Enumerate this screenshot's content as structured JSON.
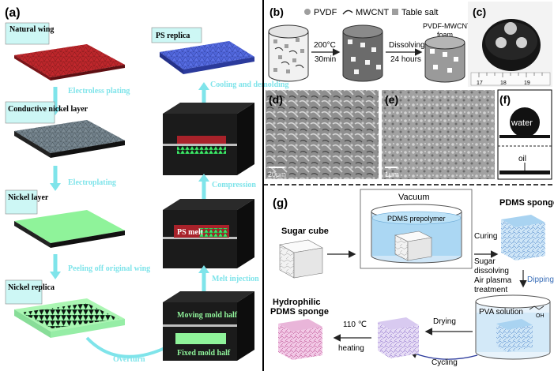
{
  "colors": {
    "cyan": "#7fe4ea",
    "wing_red": "#b8262a",
    "nickel_gray": "#6f7e88",
    "nickel_green": "#8ff39a",
    "replica_blue": "#4e64d8",
    "mold_black": "#1b1b1b",
    "ps_melt_red": "#a8222a",
    "cyan_label_bg": "#cdf7f5"
  },
  "panel_a": {
    "label": "(a)",
    "natural_wing": "Natural wing",
    "conductive_nickel": "Conductive nickel layer",
    "nickel_layer": "Nickel layer",
    "nickel_replica": "Nickel replica",
    "ps_replica": "PS replica",
    "step_electroless": "Electroless plating",
    "step_electroplating": "Electroplating",
    "step_peeling": "Peeling off original wing",
    "step_cooling": "Cooling and demolding",
    "step_compression": "Compression",
    "step_melt_injection": "Melt injection",
    "ps_melt": "PS melt",
    "moving_mold": "Moving mold half",
    "fixed_mold": "Fixed mold half",
    "overturn": "Overturn"
  },
  "panel_b": {
    "label": "(b)",
    "legend_pvdf": "PVDF",
    "legend_mwcnt": "MWCNT",
    "legend_salt": "Table salt",
    "temp": "200°C",
    "time": "30min",
    "dissolving": "Dissolving",
    "hours": "24 hours",
    "product_1": "PVDF-MWCNT",
    "product_2": "foam"
  },
  "panel_c": {
    "label": "(c)",
    "ruler_numbers": [
      "17",
      "18",
      "19"
    ]
  },
  "panel_d": {
    "label": "(d)",
    "scale": "20μm"
  },
  "panel_e": {
    "label": "(e)",
    "scale": "1μm"
  },
  "panel_f": {
    "label": "(f)",
    "water": "water",
    "oil": "oil"
  },
  "panel_g": {
    "label": "(g)",
    "sugar_cube": "Sugar cube",
    "vacuum": "Vacuum",
    "pdms_prepolymer": "PDMS  prepolymer",
    "pdms_sponge": "PDMS sponge",
    "curing": "Curing",
    "sugar": "Sugar",
    "dissolving": "dissolving",
    "air_plasma": "Air plasma",
    "treatment": "treatment",
    "dipping": "Dipping",
    "pva_solution": "PVA solution",
    "oh": "OH",
    "drying": "Drying",
    "cycling": "Cycling",
    "temp": "110 ℃",
    "heating": "heating",
    "hydrophilic": "Hydrophilic",
    "hydrophilic_2": "PDMS sponge"
  }
}
